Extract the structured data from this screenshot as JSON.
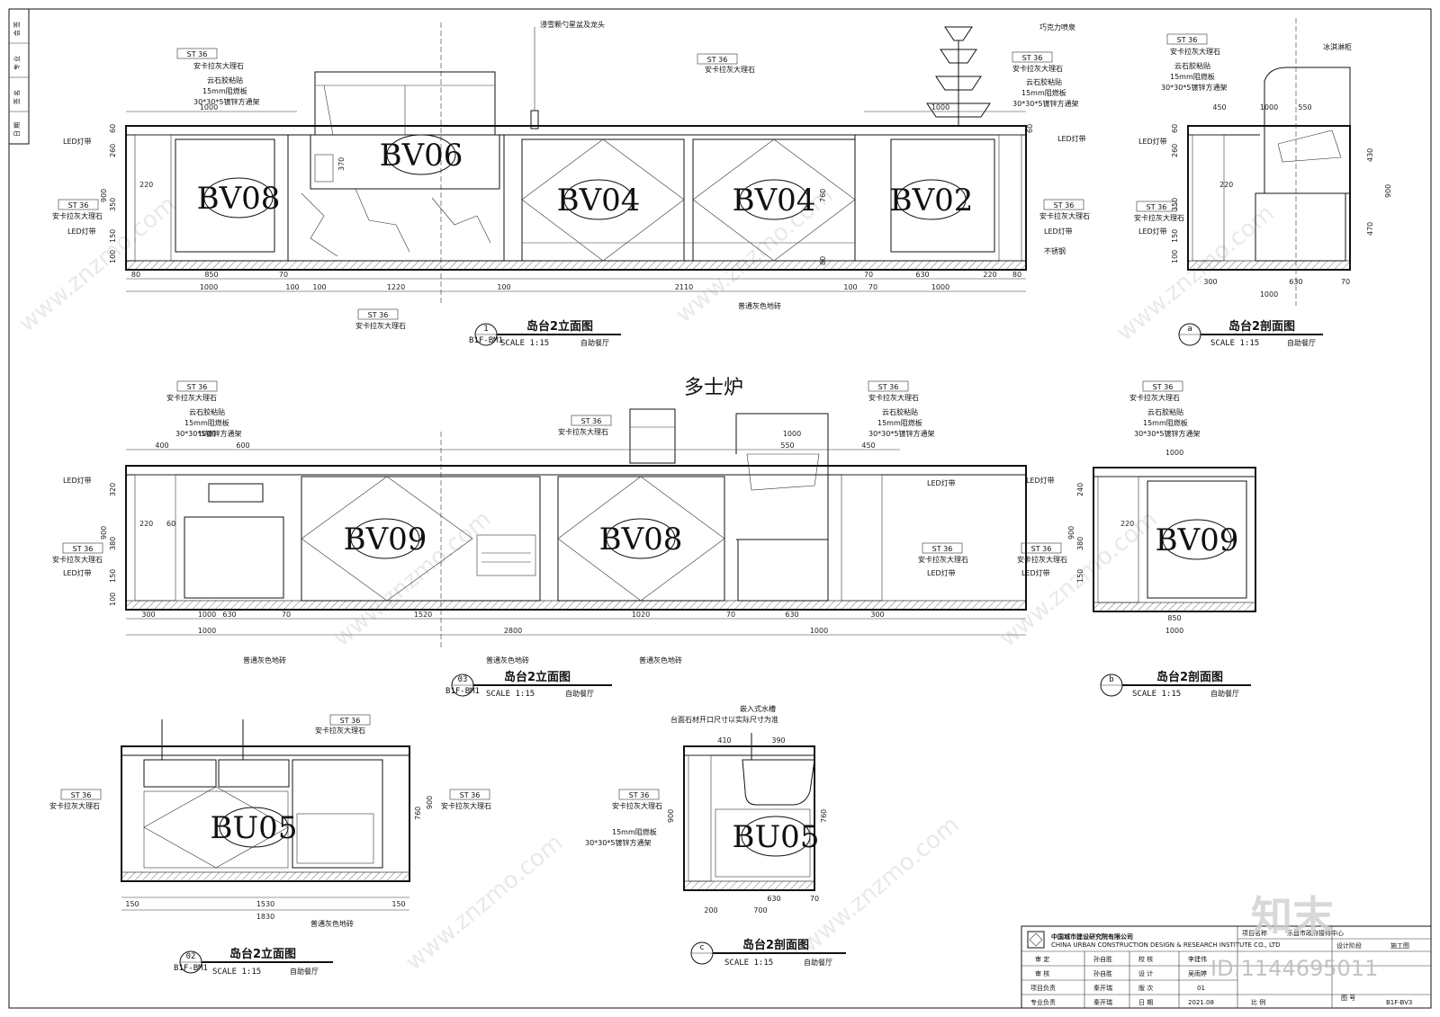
{
  "drawings": {
    "d1": {
      "num": "1",
      "ref": "B1F-BM1",
      "title": "岛台2立面图",
      "scale": "SCALE 1:15",
      "room": "自助餐厅",
      "tags": [
        "BV08",
        "BV06",
        "BV04",
        "BV04",
        "BV02"
      ],
      "callouts": {
        "st": "ST 36",
        "stone": "安卡拉灰大理石",
        "stone_glue": "云石胶粘贴",
        "board": "15mm阻燃板",
        "frame": "30*30*5镀锌方通架",
        "led": "LED灯带",
        "faucet": "浸雪颗勺星盆及龙头",
        "choco": "巧克力喷泉",
        "floor": "普通灰色地砖",
        "skirt": "不锈钢"
      },
      "dims_top": [
        "1000",
        "1000"
      ],
      "dims_bottom_a": [
        "80",
        "850",
        "70",
        "1220",
        "100",
        "2110",
        "100",
        "70",
        "630",
        "220",
        "80"
      ],
      "dims_bottom_b": [
        "1000",
        "100",
        "100",
        "70",
        "1000"
      ],
      "dims_side": [
        "60",
        "260",
        "220",
        "900",
        "350",
        "150",
        "100",
        "370",
        "760",
        "80",
        "60"
      ]
    },
    "da": {
      "num": "a",
      "title": "岛台2剖面图",
      "scale": "SCALE 1:15",
      "room": "自助餐厅",
      "callouts": {
        "ice": "冰淇淋柜",
        "led": "LED灯带",
        "st": "ST 36",
        "stone": "安卡拉灰大理石"
      },
      "dims": [
        "1000",
        "450",
        "550",
        "220",
        "300",
        "630",
        "70",
        "1000",
        "430",
        "470",
        "900",
        "260",
        "350",
        "150",
        "100",
        "60"
      ]
    },
    "d3": {
      "num": "03",
      "ref": "B1F-BM1",
      "title": "岛台2立面图",
      "scale": "SCALE 1:15",
      "room": "自助餐厅",
      "tags": [
        "BV09",
        "BV08"
      ],
      "dosa": "多士炉",
      "dims_top": [
        "400",
        "600",
        "1000",
        "550",
        "1000",
        "450"
      ],
      "dims_bottom_a": [
        "300",
        "1000",
        "630",
        "70",
        "1520",
        "1020",
        "70",
        "630",
        "300"
      ],
      "dims_bottom_b": [
        "1000",
        "2800",
        "1000"
      ],
      "dims_side": [
        "320",
        "220",
        "380",
        "150",
        "60",
        "900",
        "100"
      ],
      "floor": [
        "普通灰色地砖",
        "普通灰色地砖",
        "普通灰色地砖"
      ]
    },
    "db": {
      "num": "b",
      "title": "岛台2剖面图",
      "scale": "SCALE 1:15",
      "room": "自助餐厅",
      "tag": "BV09",
      "dims": [
        "1000",
        "220",
        "850",
        "1000",
        "240",
        "380",
        "150",
        "900"
      ]
    },
    "d2": {
      "num": "02",
      "ref": "B1F-BM1",
      "title": "岛台2立面图",
      "scale": "SCALE 1:15",
      "room": "自助餐厅",
      "tag": "BU05",
      "dims": [
        "150",
        "1530",
        "150",
        "1830",
        "760",
        "900"
      ],
      "floor": "普通灰色地砖"
    },
    "dc": {
      "num": "c",
      "title": "岛台2剖面图",
      "scale": "SCALE 1:15",
      "room": "自助餐厅",
      "tag": "BU05",
      "sink": "嵌入式水槽",
      "note": "台面石材开口尺寸以实际尺寸为准",
      "dims": [
        "410",
        "390",
        "200",
        "630",
        "70",
        "700",
        "900",
        "760"
      ]
    }
  },
  "title_block": {
    "company_cn": "中国城市建设研究院有限公司",
    "company_en": "CHINA URBAN CONSTRUCTION DESIGN & RESEARCH INSTITUTE CO., LTD",
    "project_label": "项目名称",
    "project": "乐昌市政府接待中心",
    "rows": [
      [
        "审 定",
        "孙自胜",
        "校 核",
        "李建伟"
      ],
      [
        "审 核",
        "孙自胜",
        "设 计",
        "吴雨婷"
      ],
      [
        "项目负责",
        "秦开瑞",
        "版 次",
        "01"
      ],
      [
        "专业负责",
        "秦开瑞",
        "日 期",
        "2021.08"
      ]
    ],
    "stage_label": "设计阶段",
    "stage": "施工图",
    "sheet_label": "图 号",
    "sheet": "B1F-BV3",
    "ratio_label": "比 例"
  },
  "watermark": {
    "site": "www.znzmo.com",
    "brand": "知末",
    "id": "ID:1144695011"
  },
  "margin_labels": [
    "会 签",
    "专 业",
    "签 名",
    "日 期"
  ]
}
